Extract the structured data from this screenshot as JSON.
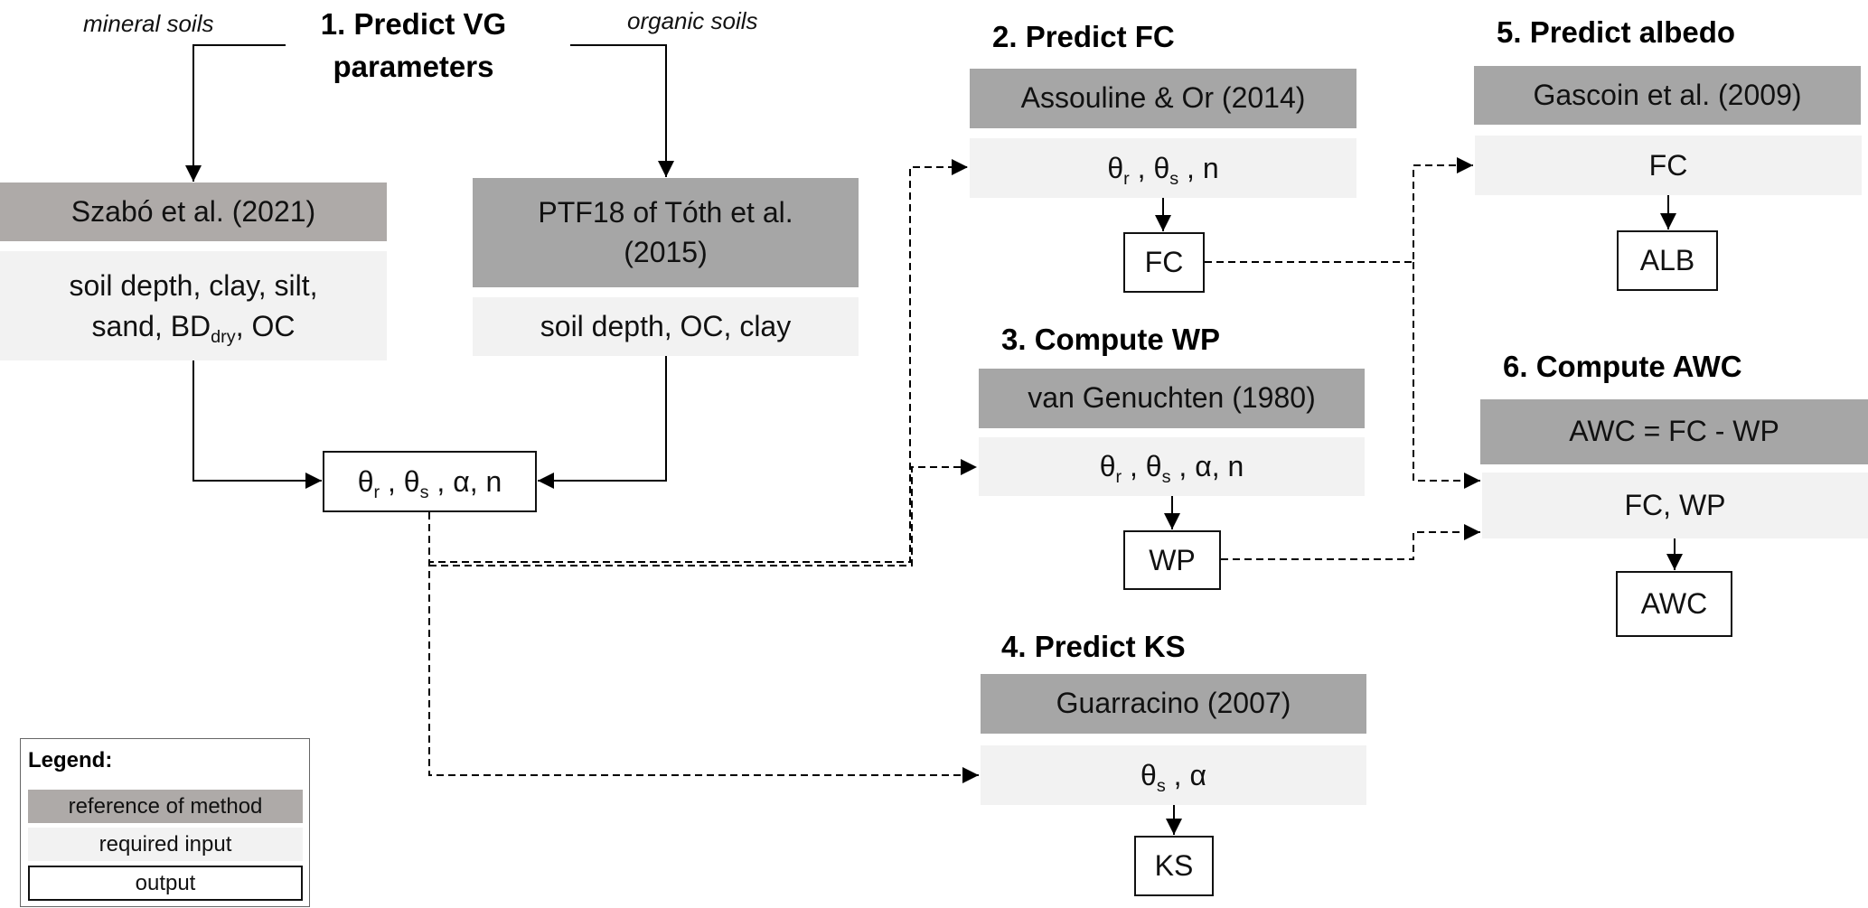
{
  "step1": {
    "title_line1": "1. Predict VG",
    "title_line2": "parameters",
    "mineral_label": "mineral soils",
    "organic_label": "organic soils",
    "mineral_ref": "Szabó et al. (2021)",
    "mineral_input_line1": "soil depth, clay, silt,",
    "mineral_input_line2_pre": "sand, BD",
    "mineral_input_line2_sub": "dry",
    "mineral_input_line2_post": ", OC",
    "organic_ref_line1": "PTF18 of Tóth et al.",
    "organic_ref_line2": "(2015)",
    "organic_input": "soil depth, OC, clay",
    "output": {
      "theta": "θ",
      "r": "r",
      "sep1": " , ",
      "s": "s",
      "rest": " , α, n"
    }
  },
  "step2": {
    "title": "2. Predict FC",
    "ref": "Assouline & Or (2014)",
    "input": {
      "theta": "θ",
      "r": "r",
      "sep1": " , ",
      "s": "s",
      "rest": " , n"
    },
    "output": "FC"
  },
  "step3": {
    "title": "3. Compute WP",
    "ref": "van Genuchten (1980)",
    "input": {
      "theta": "θ",
      "r": "r",
      "sep1": " , ",
      "s": "s",
      "rest": " , α, n"
    },
    "output": "WP"
  },
  "step4": {
    "title": "4. Predict KS",
    "ref": "Guarracino (2007)",
    "input": {
      "theta": "θ",
      "s": "s",
      "rest": " , α"
    },
    "output": "KS"
  },
  "step5": {
    "title": "5. Predict albedo",
    "ref": "Gascoin et al. (2009)",
    "input": "FC",
    "output": "ALB"
  },
  "step6": {
    "title": "6. Compute AWC",
    "ref": "AWC = FC - WP",
    "input": "FC, WP",
    "output": "AWC"
  },
  "legend": {
    "title": "Legend:",
    "items": [
      {
        "label": "reference of method",
        "kind": "reference"
      },
      {
        "label": "required input",
        "kind": "input"
      },
      {
        "label": "output",
        "kind": "output"
      }
    ]
  },
  "colors": {
    "reference": "#a6a6a6",
    "reference_mineral": "#aeaaa8",
    "input": "#f2f2f2",
    "output_border": "#111111",
    "line": "#000000"
  }
}
